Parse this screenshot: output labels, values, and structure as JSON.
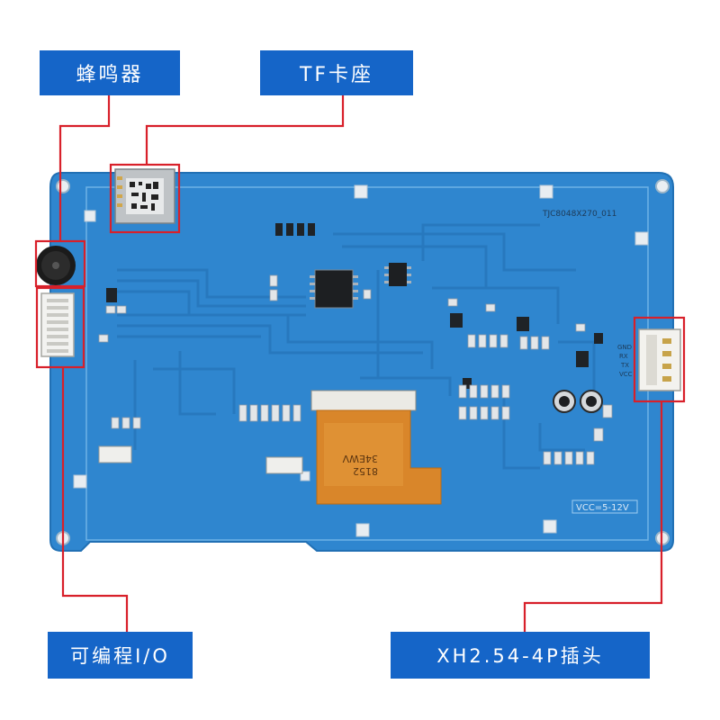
{
  "labels": {
    "buzzer": "蜂鸣器",
    "tf_slot": "TF卡座",
    "programmable_io": "可编程I/O",
    "xh_header": "XH2.54-4P插头"
  },
  "board": {
    "model": "TJC8048X270_011",
    "voltage": "VCC=5-12V",
    "header_pins": [
      "GND",
      "RX",
      "TX",
      "VCC"
    ],
    "fpc_print_1": "8152",
    "fpc_print_2": "34EWV"
  },
  "colors": {
    "pcb": "#2f86cf",
    "label_bg": "#1565c8",
    "callout": "#d8202a",
    "fpc": "#d9862a"
  }
}
